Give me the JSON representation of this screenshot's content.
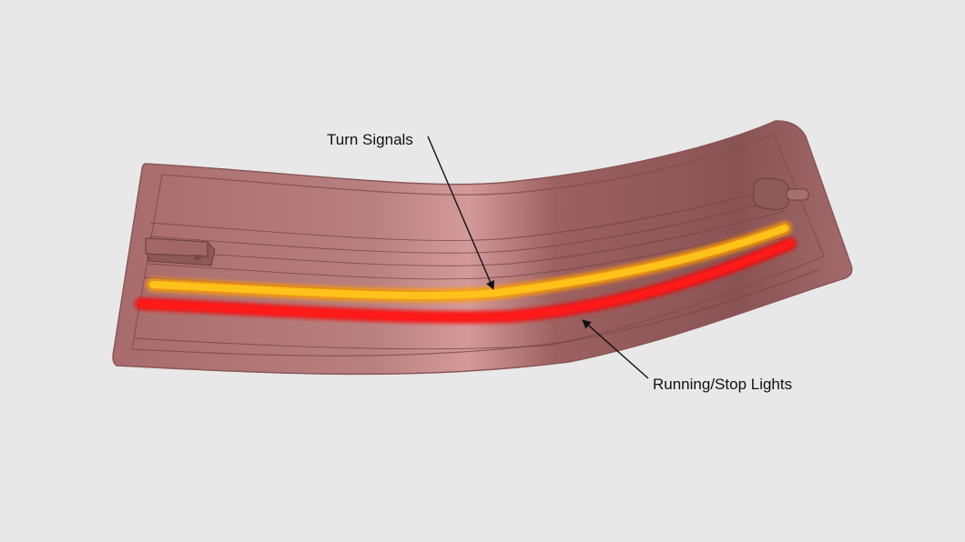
{
  "diagram": {
    "subject": "tail-light-housing",
    "callouts": [
      {
        "id": "turn",
        "text": "Turn Signals"
      },
      {
        "id": "running",
        "text": "Running/Stop Lights"
      }
    ],
    "colors": {
      "background": "#e8e8e8",
      "housing": "#b07272",
      "housing_dark": "#7d4c4c",
      "turn_signal": "#ffb300",
      "running_stop": "#ff1a1a",
      "callout_text": "#111111"
    }
  }
}
